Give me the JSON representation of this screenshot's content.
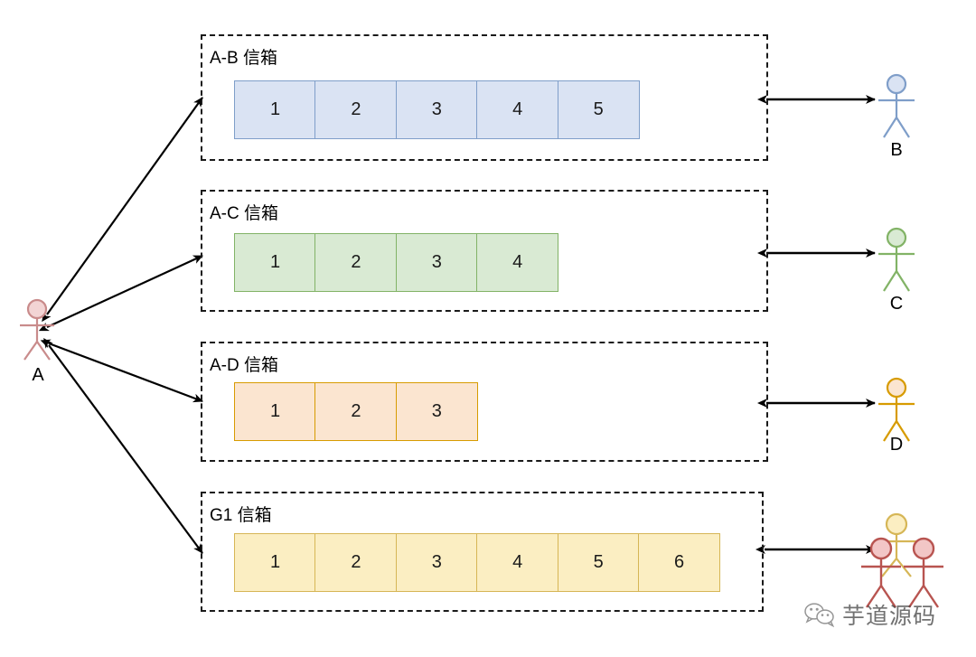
{
  "diagram": {
    "title_semantic": "mailbox-queue-diagram",
    "background": "#ffffff",
    "arrow_color": "#000000",
    "dashed_border_color": "#1a1a1a"
  },
  "sender": {
    "label": "A",
    "color": "#c98b8b",
    "head_fill": "#f2d4d4"
  },
  "mailboxes": [
    {
      "id": "a-b",
      "title": "A-B 信箱",
      "fill": "#dae3f3",
      "stroke": "#7f9ec9",
      "slots": [
        "1",
        "2",
        "3",
        "4",
        "5"
      ]
    },
    {
      "id": "a-c",
      "title": "A-C 信箱",
      "fill": "#d9ead3",
      "stroke": "#82b366",
      "slots": [
        "1",
        "2",
        "3",
        "4"
      ]
    },
    {
      "id": "a-d",
      "title": "A-D 信箱",
      "fill": "#fbe5d0",
      "stroke": "#d79b00",
      "slots": [
        "1",
        "2",
        "3"
      ]
    },
    {
      "id": "g1",
      "title": "G1 信箱",
      "fill": "#fbeec2",
      "stroke": "#d6b656",
      "slots": [
        "1",
        "2",
        "3",
        "4",
        "5",
        "6"
      ]
    }
  ],
  "receivers": [
    {
      "id": "b",
      "label": "B",
      "color": "#7f9ec9",
      "head_fill": "#dae3f3",
      "kind": "single"
    },
    {
      "id": "c",
      "label": "C",
      "color": "#82b366",
      "head_fill": "#d9ead3",
      "kind": "single"
    },
    {
      "id": "d",
      "label": "D",
      "color": "#d79b00",
      "head_fill": "#fbe5d0",
      "kind": "single"
    },
    {
      "id": "g1-group",
      "label": "",
      "color": "#b85450",
      "head_fill": "#f2c6c6",
      "back_color": "#d6b656",
      "back_head_fill": "#fbeec2",
      "kind": "group"
    }
  ],
  "watermark": {
    "text": "芋道源码",
    "icon": "wechat-icon"
  }
}
